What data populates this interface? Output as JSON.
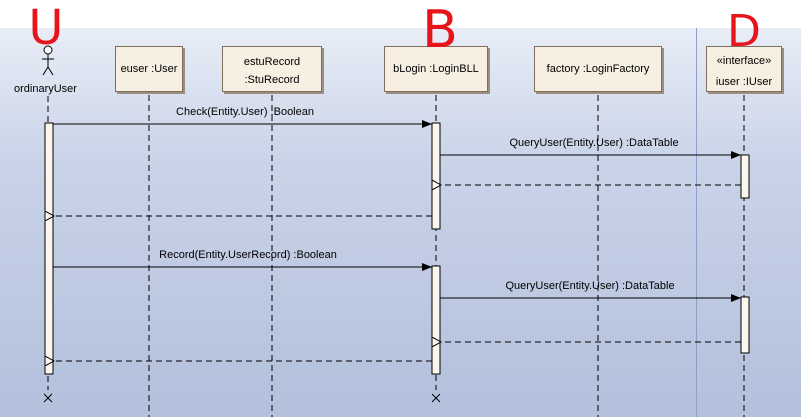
{
  "actor": {
    "name": "ordinaryUser"
  },
  "participants": [
    {
      "id": "euser",
      "lines": [
        "euser :User"
      ]
    },
    {
      "id": "estuRecord",
      "lines": [
        "estuRecord",
        ":StuRecord"
      ]
    },
    {
      "id": "bLogin",
      "lines": [
        "bLogin :LoginBLL"
      ]
    },
    {
      "id": "factory",
      "lines": [
        "factory :LoginFactory"
      ]
    },
    {
      "id": "iuser",
      "lines": [
        "«interface»",
        "iuser :IUser"
      ]
    }
  ],
  "messages": [
    {
      "id": "m1",
      "label": "Check(Entity.User) :Boolean"
    },
    {
      "id": "m2",
      "label": "QueryUser(Entity.User) :DataTable"
    },
    {
      "id": "m3",
      "label": "Record(Entity.UserRecord) :Boolean"
    },
    {
      "id": "m4",
      "label": "QueryUser(Entity.User) :DataTable"
    }
  ],
  "annotations": {
    "letter_u": "U",
    "letter_b": "B",
    "letter_d": "D"
  },
  "colors": {
    "participant_fill": "#f6efe2",
    "participant_border": "#7d6f5c",
    "annotation_red": "#e8141b"
  }
}
